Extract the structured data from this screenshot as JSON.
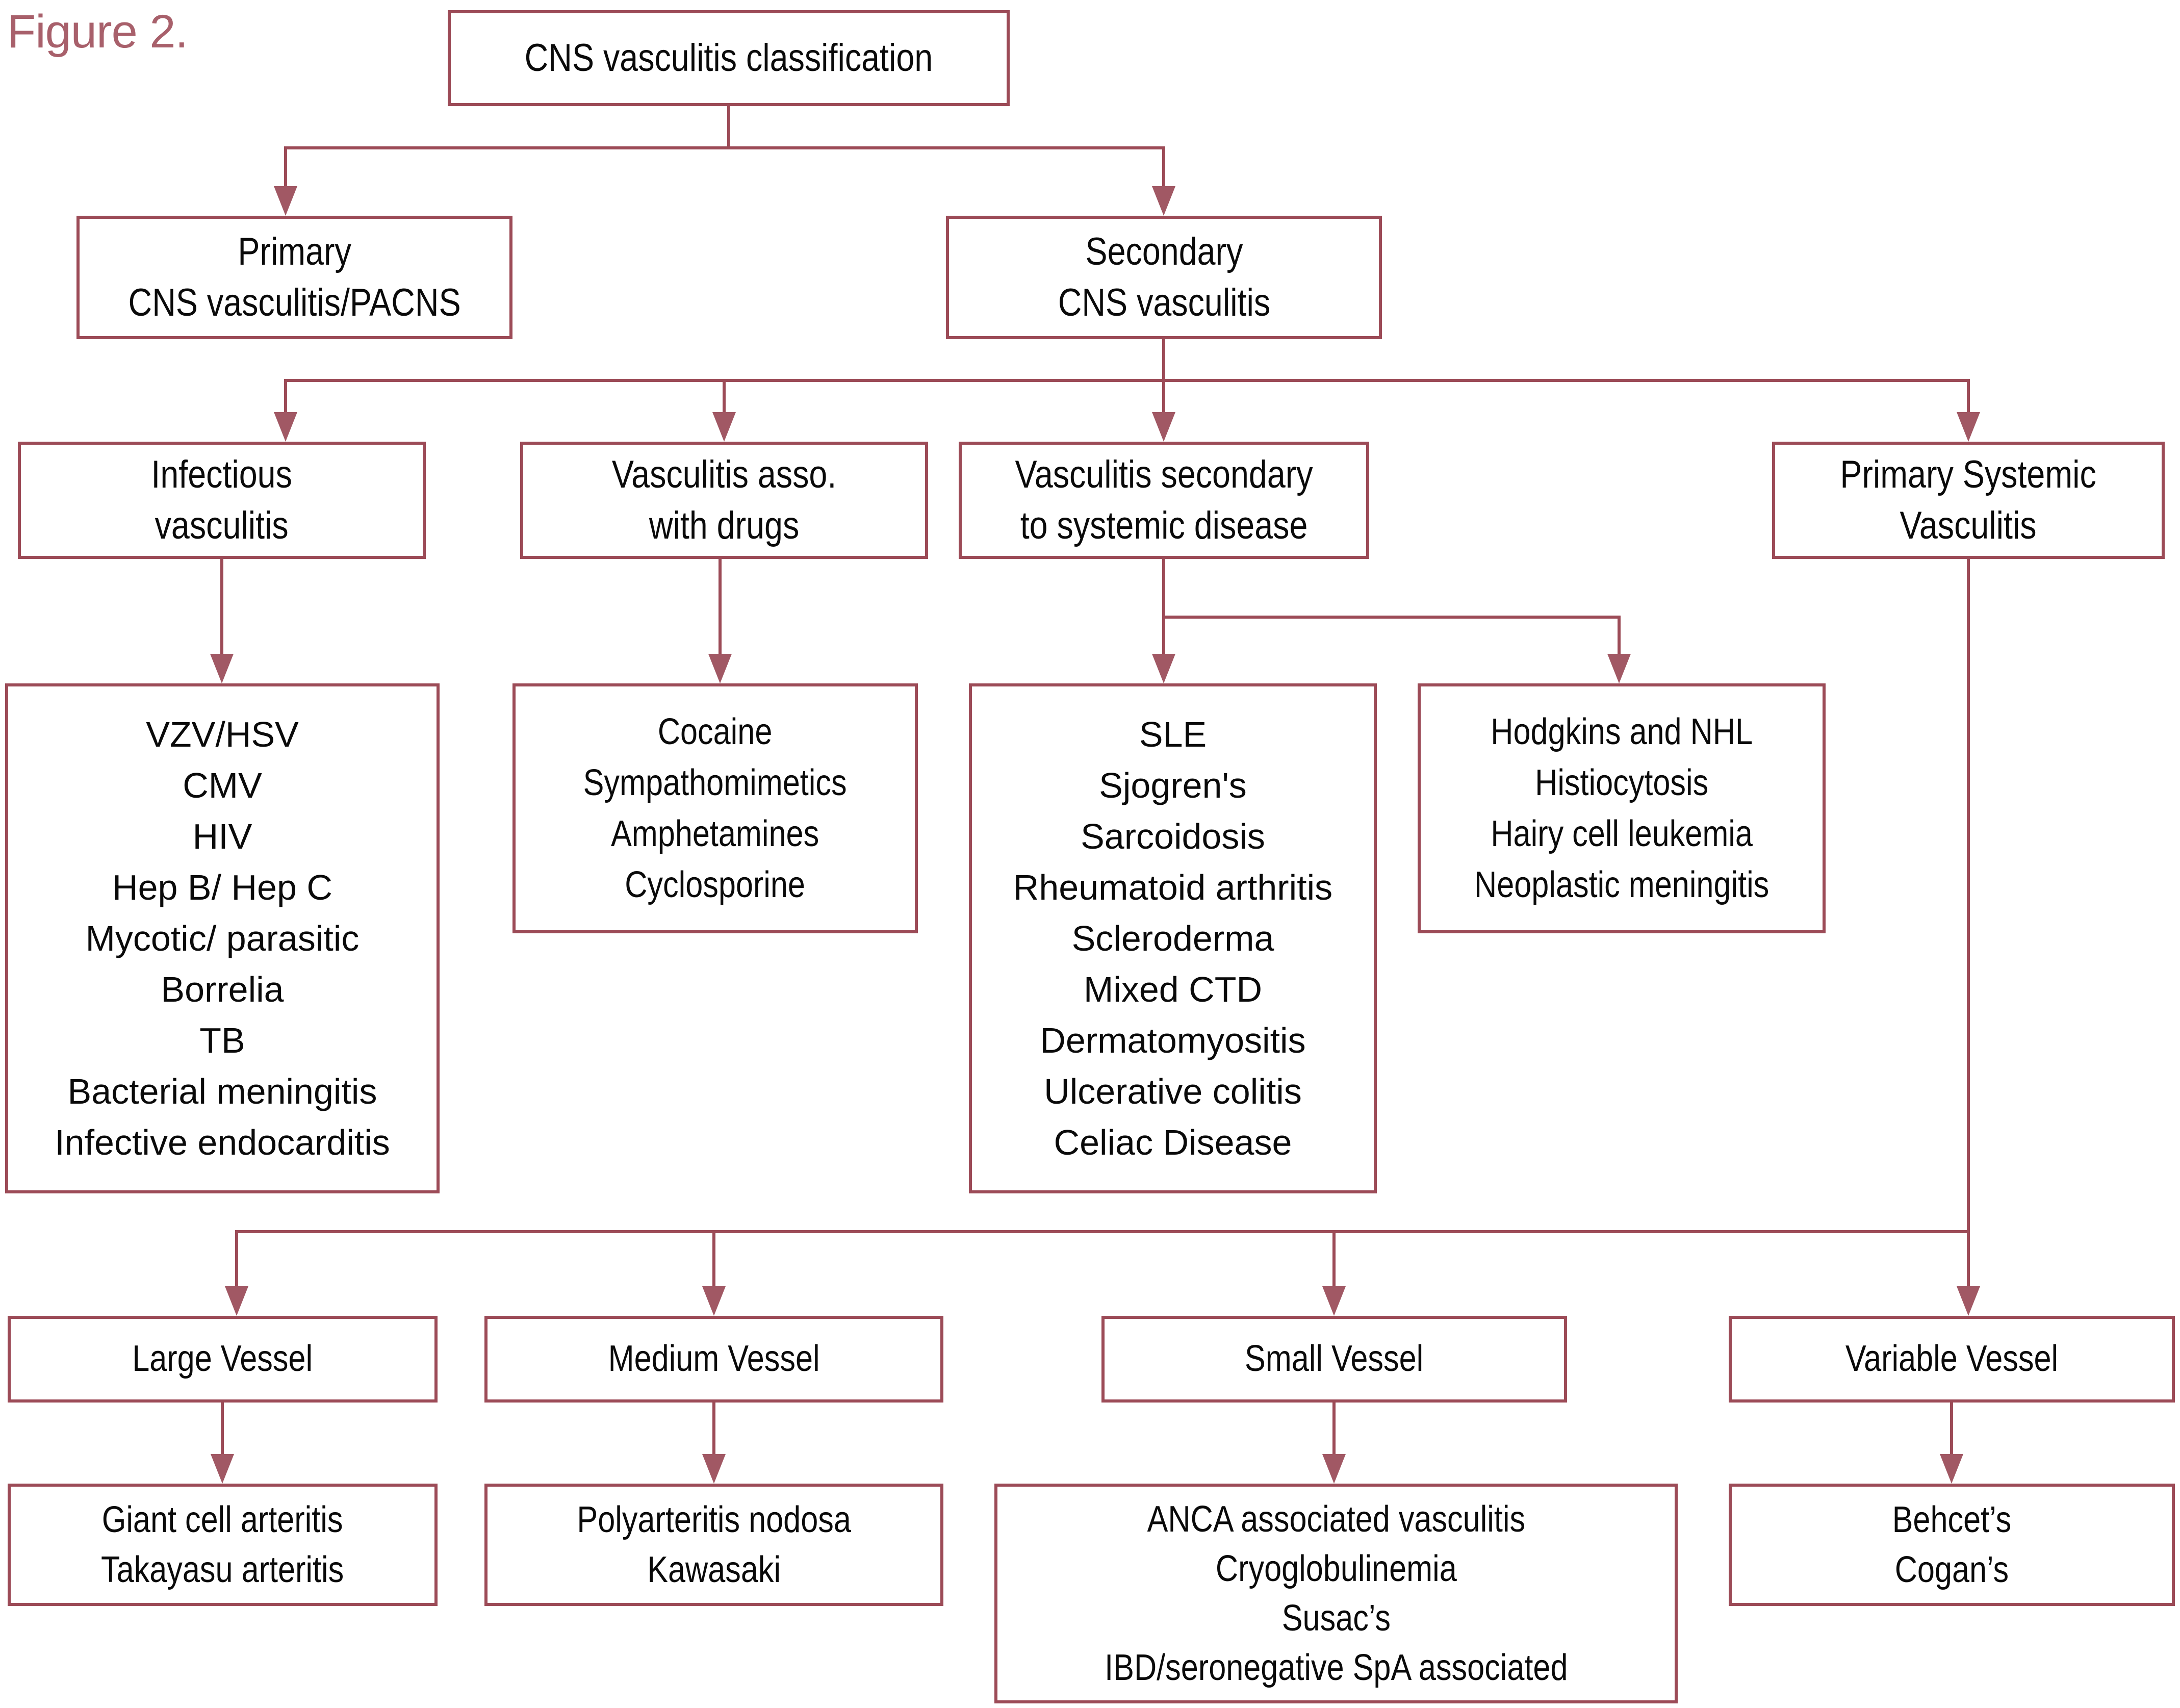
{
  "figure_label": "Figure 2.",
  "colors": {
    "line": "#9c4b57",
    "arrow": "#a15864",
    "text": "#0a0a0a",
    "figure_label": "#a8606b",
    "background": "#ffffff"
  },
  "nodes": {
    "title": {
      "lines": [
        "CNS vasculitis classification"
      ]
    },
    "primary": {
      "lines": [
        "Primary",
        "CNS vasculitis/PACNS"
      ]
    },
    "secondary": {
      "lines": [
        "Secondary",
        "CNS vasculitis"
      ]
    },
    "infectious": {
      "lines": [
        "Infectious",
        "vasculitis"
      ]
    },
    "drugs": {
      "lines": [
        "Vasculitis asso.",
        "with drugs"
      ]
    },
    "systemic": {
      "lines": [
        "Vasculitis secondary",
        "to systemic disease"
      ]
    },
    "primary_systemic": {
      "lines": [
        "Primary Systemic",
        "Vasculitis"
      ]
    },
    "infectious_list": {
      "lines": [
        "VZV/HSV",
        "CMV",
        "HIV",
        "Hep B/ Hep C",
        "Mycotic/ parasitic",
        "Borrelia",
        "TB",
        "Bacterial meningitis",
        "Infective endocarditis"
      ]
    },
    "drugs_list": {
      "lines": [
        "Cocaine",
        "Sympathomimetics",
        "Amphetamines",
        "Cyclosporine"
      ]
    },
    "systemic_list": {
      "lines": [
        "SLE",
        "Sjogren's",
        "Sarcoidosis",
        "Rheumatoid arthritis",
        "Scleroderma",
        "Mixed CTD",
        "Dermatomyositis",
        "Ulcerative colitis",
        "Celiac Disease"
      ]
    },
    "neoplastic_list": {
      "lines": [
        "Hodgkins and NHL",
        "Histiocytosis",
        "Hairy cell leukemia",
        "Neoplastic meningitis"
      ]
    },
    "large_vessel": {
      "lines": [
        "Large Vessel"
      ]
    },
    "medium_vessel": {
      "lines": [
        "Medium Vessel"
      ]
    },
    "small_vessel": {
      "lines": [
        "Small Vessel"
      ]
    },
    "variable_vessel": {
      "lines": [
        "Variable Vessel"
      ]
    },
    "large_vessel_list": {
      "lines": [
        "Giant cell arteritis",
        "Takayasu arteritis"
      ]
    },
    "medium_vessel_list": {
      "lines": [
        "Polyarteritis nodosa",
        "Kawasaki"
      ]
    },
    "small_vessel_list": {
      "lines": [
        "ANCA associated vasculitis",
        "Cryoglobulinemia",
        "Susac’s",
        "IBD/seronegative SpA associated"
      ]
    },
    "variable_vessel_list": {
      "lines": [
        "Behcet’s",
        "Cogan’s"
      ]
    }
  }
}
